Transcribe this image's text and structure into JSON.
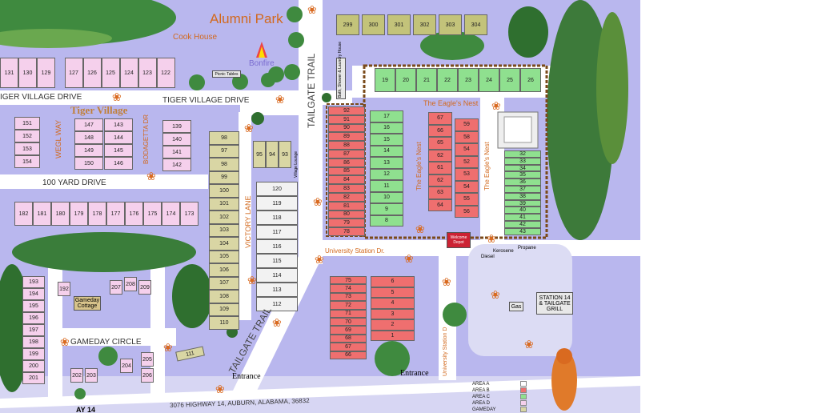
{
  "labels": {
    "alumni_park": "Alumni Park",
    "cook_house": "Cook House",
    "bonfire": "Bonfire",
    "picnic_tables": "Picnic Tables",
    "tiger_village": "Tiger Village",
    "tiger_village_drive_left": "IGER VILLAGE DRIVE",
    "tiger_village_drive_right": "TIGER VILLAGE DRIVE",
    "tailgate_trail_top": "TAILGATE TRAIL",
    "tailgate_trail_bottom": "TAILGATE TRAIL",
    "wegl_way": "WEGL WAY",
    "bodagetta_dr": "BODAGETTA DR",
    "hundred_yard_drive": "100 YARD DRIVE",
    "victory_lane": "VICTORY LANE",
    "university_station_dr": "University Station Dr.",
    "university_station_vertical": "University Station D",
    "eagles_nest_top": "The Eagle's Nest",
    "eagles_nest_left": "The Eagle's Nest",
    "eagles_nest_right": "The Eagle's Nest",
    "welcome_depot": "Welcome Depot",
    "bath_house": "Bath, Shower & Laundry House",
    "diesel": "Diesel",
    "kerosene": "Kerosene",
    "propane": "Propane",
    "gas": "Gas",
    "station_14": "STATION 14 & TAILGATE GRILL",
    "gameday_cottage": "Gameday Cottage",
    "gameday_circle": "GAMEDAY CIRCLE",
    "entrance_left": "Entrance",
    "entrance_right": "Entrance",
    "address": "3076 HIGHWAY 14, AUBURN, ALABAMA, 36832",
    "highway_partial": "AY 14",
    "village_lounge": "Village Lounge"
  },
  "legend": [
    {
      "label": "AREA A",
      "color": "#ffffff"
    },
    {
      "label": "AREA B",
      "color": "#ef6f6f"
    },
    {
      "label": "AREA C",
      "color": "#8fe08f"
    },
    {
      "label": "AREA D",
      "color": "#f5d0ec"
    },
    {
      "label": "GAMEDAY",
      "color": "#d9d6a4"
    }
  ],
  "lots": {
    "top_row": [
      "131",
      "130",
      "129",
      "127",
      "126",
      "125",
      "124",
      "123",
      "122"
    ],
    "tiger_left": [
      "151",
      "152",
      "153",
      "154"
    ],
    "tiger_mid_a": [
      "147",
      "148",
      "149",
      "150"
    ],
    "tiger_mid_b": [
      "143",
      "144",
      "145",
      "146"
    ],
    "tiger_right": [
      "139",
      "140",
      "141",
      "142"
    ],
    "yard_row": [
      "182",
      "181",
      "180",
      "179",
      "178",
      "177",
      "176",
      "175",
      "174",
      "173"
    ],
    "gameday_col": [
      "98",
      "97",
      "98",
      "99",
      "100",
      "101",
      "102",
      "103",
      "104",
      "105",
      "106",
      "107",
      "108",
      "109",
      "110"
    ],
    "victory_col": [
      "120",
      "119",
      "118",
      "117",
      "116",
      "115",
      "114",
      "113",
      "112"
    ],
    "village_lounge_lots": [
      "95",
      "94",
      "93"
    ],
    "red_col_a": [
      "92",
      "91",
      "90",
      "89",
      "88",
      "87",
      "86",
      "85",
      "84",
      "83",
      "82",
      "81",
      "80",
      "79",
      "78"
    ],
    "green_col_a": [
      "17",
      "16",
      "15",
      "14",
      "13",
      "12",
      "11",
      "10",
      "9",
      "8"
    ],
    "eagle_left": [
      "67",
      "66",
      "65",
      "62",
      "61",
      "62",
      "63",
      "64"
    ],
    "eagle_right": [
      "59",
      "58",
      "54",
      "52",
      "53",
      "54",
      "55",
      "56"
    ],
    "green_top": [
      "19",
      "20",
      "21",
      "22",
      "23",
      "24",
      "25",
      "26"
    ],
    "green_right": [
      "32",
      "33",
      "34",
      "35",
      "36",
      "37",
      "38",
      "39",
      "40",
      "41",
      "42",
      "43"
    ],
    "top_slanted": [
      "299",
      "300",
      "301",
      "302",
      "303",
      "304"
    ],
    "lower_left_col": [
      "75",
      "74",
      "73",
      "72",
      "71",
      "70",
      "69",
      "68",
      "67",
      "66"
    ],
    "lower_right_col": [
      "6",
      "5",
      "4",
      "3",
      "2",
      "1"
    ],
    "gameday_circle_left": [
      "193",
      "194",
      "195",
      "196",
      "197",
      "198",
      "199",
      "200",
      "201"
    ],
    "gameday_misc": [
      "192",
      "207",
      "208",
      "209",
      "202",
      "203",
      "204",
      "205",
      "206"
    ],
    "tailgate_small": [
      "111"
    ]
  }
}
